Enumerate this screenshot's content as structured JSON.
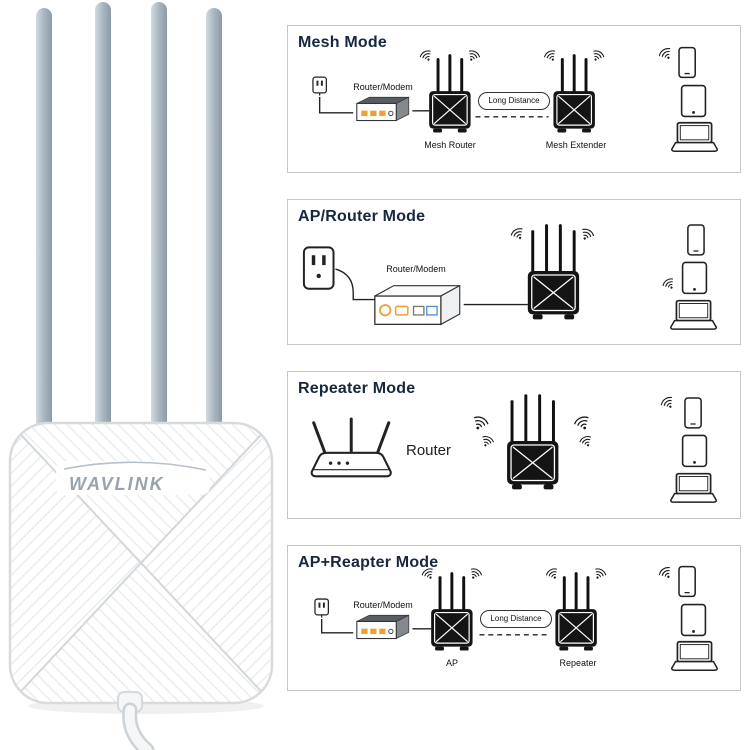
{
  "brand": {
    "logo": "WAVLINK"
  },
  "panels": {
    "mesh": {
      "title": "Mesh Mode",
      "router_modem": "Router/Modem",
      "long_distance": "Long Distance",
      "left_label": "Mesh Router",
      "right_label": "Mesh Extender"
    },
    "ap_router": {
      "title": "AP/Router Mode",
      "router_modem": "Router/Modem"
    },
    "repeater": {
      "title": "Repeater Mode",
      "router_label": "Router"
    },
    "ap_repeater": {
      "title": "AP+Reapter Mode",
      "router_modem": "Router/Modem",
      "long_distance": "Long Distance",
      "left_label": "AP",
      "right_label": "Repeater"
    }
  },
  "icons": {
    "outlet-icon": "wall power outlet",
    "plug-icon": "power plug on wall plate",
    "modem-icon": "small router/modem box with orange ports",
    "router-box-icon": "router/modem 3d box with ports",
    "wifi-router-icon": "white wireless router with 3 antennas",
    "extender-3ant-icon": "black AP/mesh unit with 3 antennas",
    "extender-4ant-icon": "black AP unit with 4 antennas",
    "wifi-icon": "wifi signal arcs",
    "phone-icon": "smartphone",
    "tablet-icon": "tablet",
    "laptop-icon": "laptop"
  },
  "colors": {
    "panel_border": "#c6c6c6",
    "title_ink": "#17273f",
    "diagram_ink": "#1a1a1a",
    "antenna_silver": "#a9b6c0",
    "device_body": "#ffffff",
    "port_orange": "#f0a030"
  }
}
